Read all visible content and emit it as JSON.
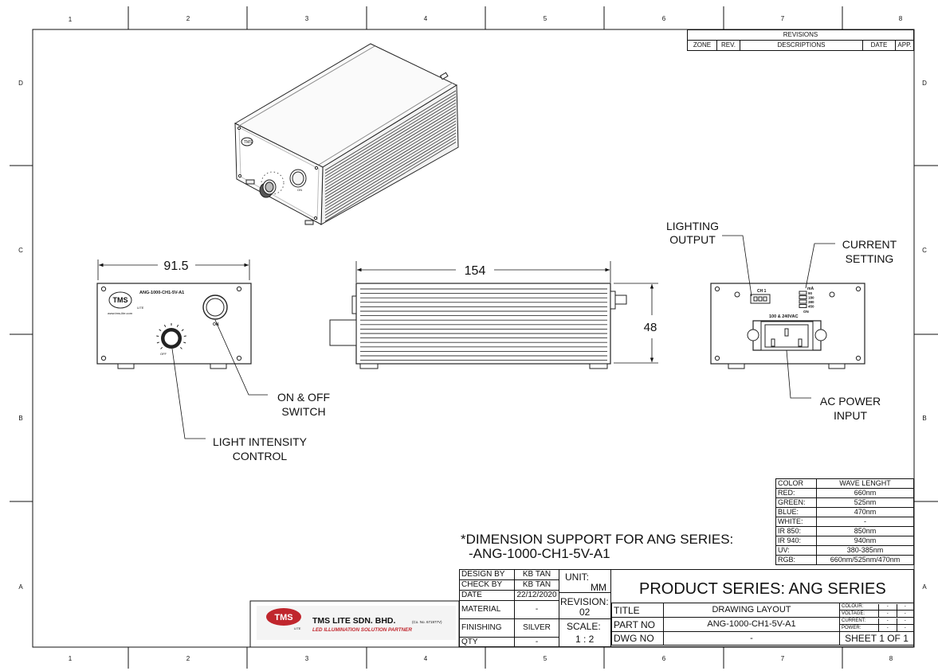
{
  "frame": {
    "columns": [
      "1",
      "2",
      "3",
      "4",
      "5",
      "6",
      "7",
      "8"
    ],
    "rows": [
      "D",
      "C",
      "B",
      "A"
    ]
  },
  "revisions": {
    "title": "REVISIONS",
    "headers": [
      "ZONE",
      "REV.",
      "DESCRIPTIONS",
      "DATE",
      "APP."
    ]
  },
  "dimensions": {
    "width": "91.5",
    "length": "154",
    "height": "48"
  },
  "product_labels": {
    "model": "ANG-1000-CH1-5V-A1",
    "website": "www.tms-lite.com",
    "logo": "TMS",
    "logo_sub": "LITE",
    "knob_on": "ON",
    "knob_off": "OFF",
    "ch1": "CH 1",
    "voltage": "100 & 240VAC",
    "current_header": "mA",
    "current_values": [
      "90",
      "180",
      "380",
      "450"
    ],
    "current_on": "ON"
  },
  "callouts": {
    "lighting_output": [
      "LIGHTING",
      "OUTPUT"
    ],
    "current_setting": [
      "CURRENT",
      "SETTING"
    ],
    "on_off_switch": [
      "ON & OFF",
      "SWITCH"
    ],
    "light_intensity": [
      "LIGHT INTENSITY",
      "CONTROL"
    ],
    "ac_power": [
      "AC POWER",
      "INPUT"
    ]
  },
  "note": {
    "line1": "*DIMENSION SUPPORT FOR ANG SERIES:",
    "line2": "-ANG-1000-CH1-5V-A1"
  },
  "color_table": {
    "headers": [
      "COLOR",
      "WAVE LENGHT"
    ],
    "rows": [
      [
        "RED:",
        "660nm"
      ],
      [
        "GREEN:",
        "525nm"
      ],
      [
        "BLUE:",
        "470nm"
      ],
      [
        "WHITE:",
        "-"
      ],
      [
        "IR 850:",
        "850nm"
      ],
      [
        "IR 940:",
        "940nm"
      ],
      [
        "UV:",
        "380-385nm"
      ],
      [
        "RGB:",
        "660nm/525nm/470nm"
      ]
    ]
  },
  "title_block": {
    "design_by_label": "DESIGN BY",
    "design_by": "KB TAN",
    "check_by_label": "CHECK BY",
    "check_by": "KB TAN",
    "date_label": "DATE",
    "date": "22/12/2020",
    "material_label": "MATERIAL",
    "material": "-",
    "finishing_label": "FINISHING",
    "finishing": "SILVER",
    "qty_label": "QTY",
    "qty": "-",
    "unit_label": "UNIT:",
    "unit": "MM",
    "revision_label": "REVISION:",
    "revision": "02",
    "scale_label": "SCALE:",
    "scale": "1 : 2",
    "product_series": "PRODUCT SERIES: ANG  SERIES",
    "title_label": "TITLE",
    "title": "DRAWING LAYOUT",
    "part_no_label": "PART NO",
    "part_no": "ANG-1000-CH1-5V-A1",
    "dwg_no_label": "DWG NO",
    "dwg_no": "-",
    "colour_label": "COLOUR:",
    "voltage_label": "VOLTAGE:",
    "current_label": "CURRENT:",
    "power_label": "POWER:",
    "dash": "-",
    "sheet": "SHEET 1 OF 1"
  },
  "company": {
    "logo": "TMS",
    "logo_sub": "LITE",
    "name": "TMS LITE SDN. BHD.",
    "reg": "(Co. No. 671977V)",
    "tagline": "LED ILLUMINATION SOLUTION PARTNER",
    "brand_color": "#c0262d"
  }
}
